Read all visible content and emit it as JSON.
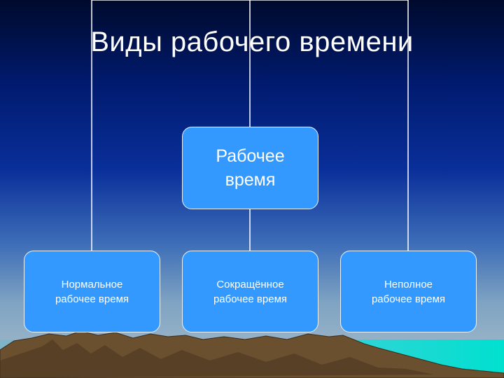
{
  "slide": {
    "title": "Виды рабочего времени"
  },
  "diagram": {
    "root": {
      "label": "Рабочее\nвремя"
    },
    "children": [
      {
        "label": "Нормальное\nрабочее время"
      },
      {
        "label": "Сокращённое\nрабочее время"
      },
      {
        "label": "Неполное\nрабочее время"
      }
    ]
  },
  "colors": {
    "box_fill": "#3399ff",
    "box_border": "#e8f2ff",
    "connector": "#ffffff",
    "text": "#ffffff"
  }
}
